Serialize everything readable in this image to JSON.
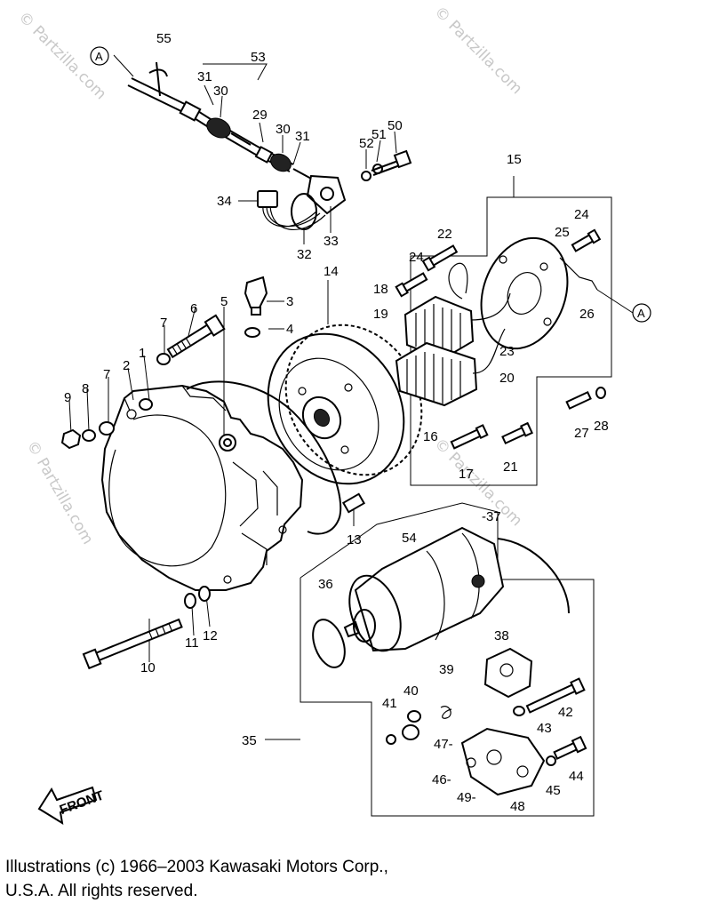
{
  "callout_labels": {
    "A_top": "A",
    "A_right": "A",
    "n1": "1",
    "n2": "2",
    "n3": "3",
    "n4": "4",
    "n5": "5",
    "n6": "6",
    "n7a": "7",
    "n7b": "7",
    "n8": "8",
    "n9": "9",
    "n10": "10",
    "n11": "11",
    "n12": "12",
    "n13": "13",
    "n14": "14",
    "n15": "15",
    "n16": "16",
    "n17": "17",
    "n18": "18",
    "n19": "19",
    "n20": "20",
    "n21": "21",
    "n22": "22",
    "n23": "23",
    "n24a": "24",
    "n24b": "24",
    "n25": "25",
    "n26": "26",
    "n27": "27",
    "n28": "28",
    "n29": "29",
    "n30a": "30",
    "n30b": "30",
    "n31a": "31",
    "n31b": "31",
    "n32": "32",
    "n33": "33",
    "n34": "34",
    "n35": "35",
    "n36": "36",
    "n37": "-37",
    "n38": "38",
    "n39": "39",
    "n40": "40",
    "n41": "41",
    "n42": "42",
    "n43": "43",
    "n44": "44",
    "n45": "45",
    "n46": "46-",
    "n47": "47-",
    "n48": "48",
    "n49": "49-",
    "n50": "50",
    "n51": "51",
    "n52": "52",
    "n53": "53",
    "n54": "54",
    "n55": "55"
  },
  "front_label": "FRONT",
  "watermark": "© Partzilla.com",
  "credit": {
    "line1": "Illustrations (c) 1966–2003 Kawasaki Motors Corp.,",
    "line2": "U.S.A.  All rights reserved."
  }
}
